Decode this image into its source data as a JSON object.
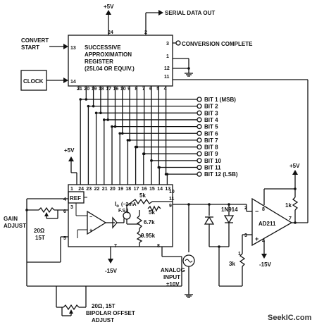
{
  "sar": {
    "line1": "SUCCESSIVE",
    "line2": "APPROXIMATION",
    "line3": "REGISTER",
    "line4": "(25L04 OR EQUIV.)",
    "pin_supply": "24",
    "pin_serial": "2",
    "pin_conv": "3",
    "pin_1": "1",
    "pin_12": "12",
    "pin_11": "11",
    "pin_start": "13",
    "pin_clock": "14",
    "bottom_pins": [
      "21",
      "20",
      "19",
      "18",
      "17",
      "16",
      "10",
      "9",
      "8",
      "7",
      "6",
      "5",
      "4"
    ]
  },
  "labels": {
    "plus5v_top": "+5V",
    "serial_out": "SERIAL DATA OUT",
    "convert_start_1": "CONVERT",
    "convert_start_2": "START",
    "conversion_complete": "CONVERSION COMPLETE",
    "clock": "CLOCK",
    "plus5v_dac": "+5V",
    "gain_adjust_1": "GAIN",
    "gain_adjust_2": "ADJUST",
    "gain_pot_1": "20Ω",
    "gain_pot_2": "15T",
    "ref": "REF",
    "io_1": "I",
    "io_sub": "o",
    "io_2": "(−2mA",
    "io_3": "F.S.)",
    "r_5k_a": "5k",
    "r_5k_b": "5k",
    "r_67k": "6.7k",
    "r_995k": "9.95k",
    "minus15v_dac": "-15V",
    "diode": "1N914",
    "comparator": "AD211",
    "plus5v_comp": "+5V",
    "r_1k": "1k",
    "r_3k": "3k",
    "minus15v_comp": "-15V",
    "analog_input_1": "ANALOG",
    "analog_input_2": "INPUT",
    "analog_input_3": "±10V",
    "offset_pot_1": "20Ω, 15T",
    "offset_pot_2": "BIPOLAR OFFSET",
    "offset_pot_3": "ADJUST",
    "watermark": "SeekIC.com"
  },
  "dac_pins": {
    "top": [
      "1",
      "24",
      "23",
      "22",
      "21",
      "20",
      "19",
      "18",
      "17",
      "16",
      "15",
      "14",
      "13"
    ],
    "p4": "4",
    "p6": "6",
    "p5": "5",
    "p3": "3",
    "p7": "7",
    "p8": "8",
    "p10": "10",
    "p11": "11",
    "p9": "9"
  },
  "comp_pins": {
    "p2": "2",
    "p3": "3",
    "p8": "8",
    "p4": "4",
    "p7": "7",
    "p1": "1"
  },
  "bits": [
    "BIT 1 (MSB)",
    "BIT 2",
    "BIT 3",
    "BIT 4",
    "BIT 5",
    "BIT 6",
    "BIT 7",
    "BIT 8",
    "BIT 9",
    "BIT 10",
    "BIT 11",
    "BIT 12 (LSB)"
  ]
}
